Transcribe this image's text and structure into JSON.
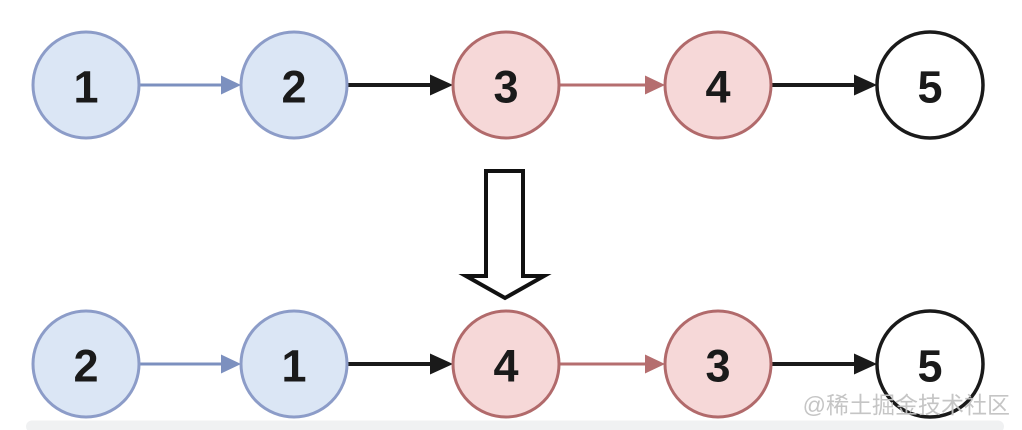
{
  "diagram": {
    "before": {
      "nodes": [
        {
          "value": "1",
          "style": "blue"
        },
        {
          "value": "2",
          "style": "blue"
        },
        {
          "value": "3",
          "style": "red"
        },
        {
          "value": "4",
          "style": "red"
        },
        {
          "value": "5",
          "style": "plain"
        }
      ],
      "edges": [
        "blue",
        "black",
        "red",
        "black"
      ]
    },
    "after": {
      "nodes": [
        {
          "value": "2",
          "style": "blue"
        },
        {
          "value": "1",
          "style": "blue"
        },
        {
          "value": "4",
          "style": "red"
        },
        {
          "value": "3",
          "style": "red"
        },
        {
          "value": "5",
          "style": "plain"
        }
      ],
      "edges": [
        "blue",
        "black",
        "red",
        "black"
      ]
    },
    "transform_arrow": "down-arrow"
  },
  "watermark": {
    "text": "@稀土掘金技术社区"
  },
  "colors": {
    "background": "#ffffff",
    "node_blue_fill": "#dbe6f5",
    "node_blue_stroke": "#8c9cc8",
    "node_red_fill": "#f6d8d8",
    "node_red_stroke": "#b16a6b",
    "node_plain_fill": "#ffffff",
    "node_plain_stroke": "#1a1a1a",
    "edge_blue": "#7c90bf",
    "edge_red": "#b56e6f",
    "edge_black": "#1a1a1a",
    "node_text": "#1a1a1a",
    "transform_arrow_fill": "#ffffff",
    "transform_arrow_stroke": "#111111",
    "watermark_text": "#c2c2c2",
    "scrollbar_fill": "#f0f1f2"
  }
}
